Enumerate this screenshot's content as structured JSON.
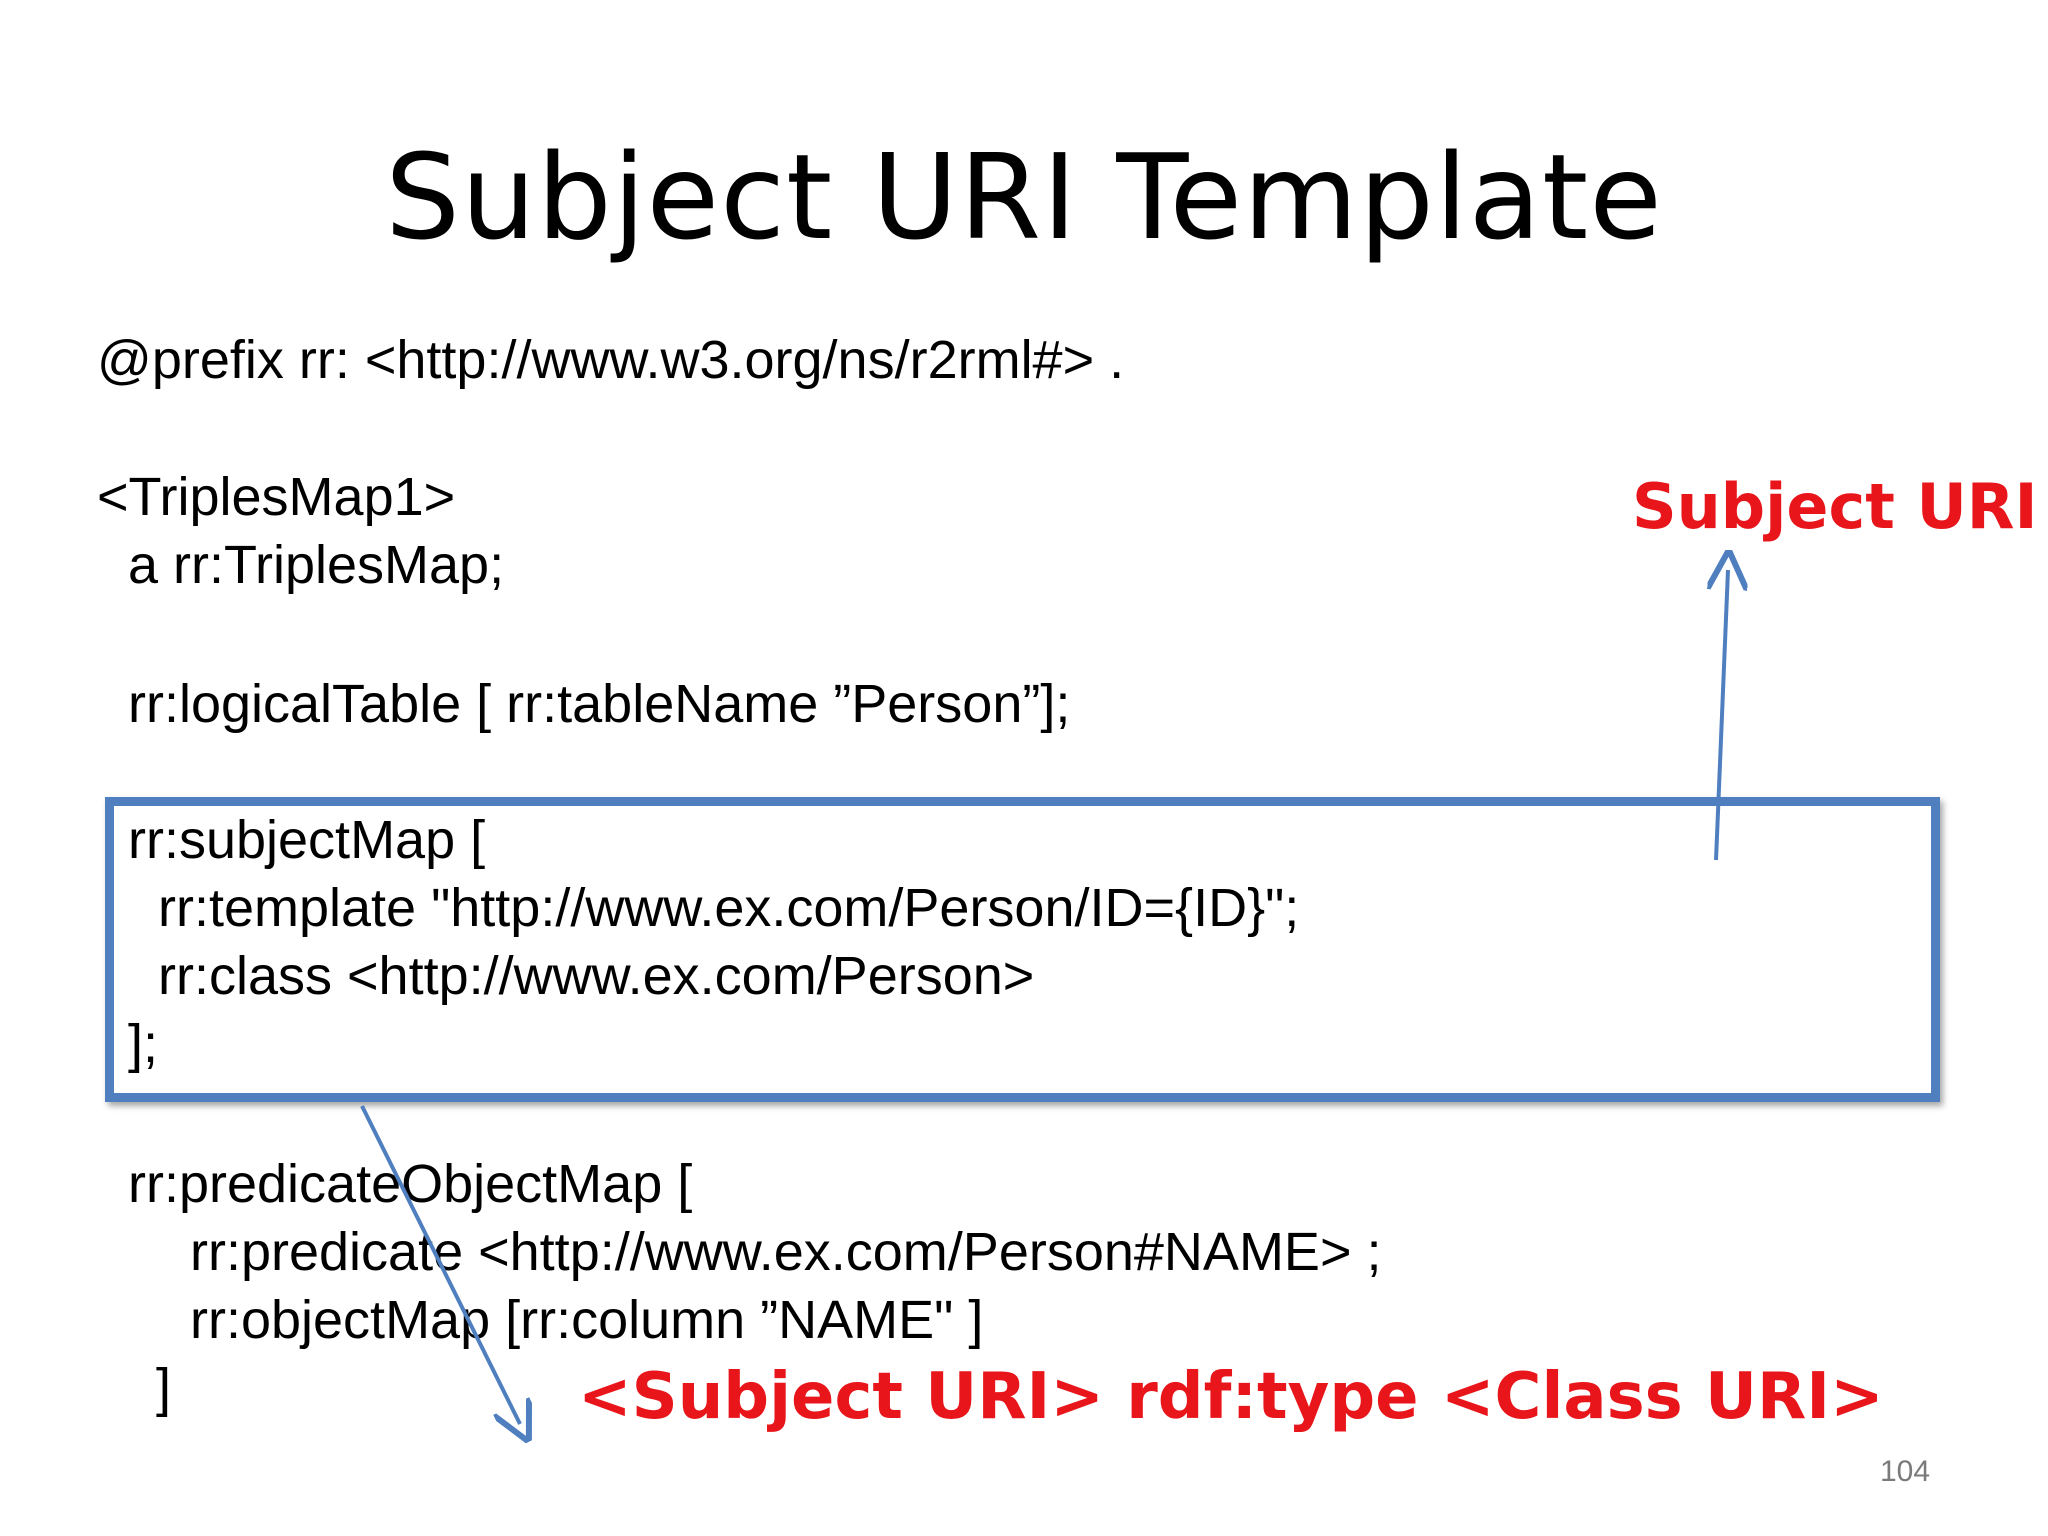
{
  "title": "Subject URI Template",
  "code": {
    "prefix_line": "@prefix rr: <http://www.w3.org/ns/r2rml#> .",
    "map_name": "<TriplesMap1>",
    "type_line": "a rr:TriplesMap;",
    "logical_table": "rr:logicalTable [ rr:tableName ”Person”];",
    "subject_map_open": "rr:subjectMap [",
    "template_line": "rr:template \"http://www.ex.com/Person/ID={ID}\";",
    "class_line": "rr:class <http://www.ex.com/Person>",
    "subject_map_close": "];",
    "pom_open": "rr:predicateObjectMap [",
    "predicate_line": "rr:predicate <http://www.ex.com/Person#NAME> ;",
    "object_map_line": "rr:objectMap [rr:column ”NAME\" ]",
    "pom_close": "]"
  },
  "annotations": {
    "subject_uri": "Subject URI",
    "triple": "<Subject URI> rdf:type <Class URI>"
  },
  "page_number": "104",
  "colors": {
    "annotation_red": "#e8161b",
    "box_blue": "#4f7fbf"
  }
}
